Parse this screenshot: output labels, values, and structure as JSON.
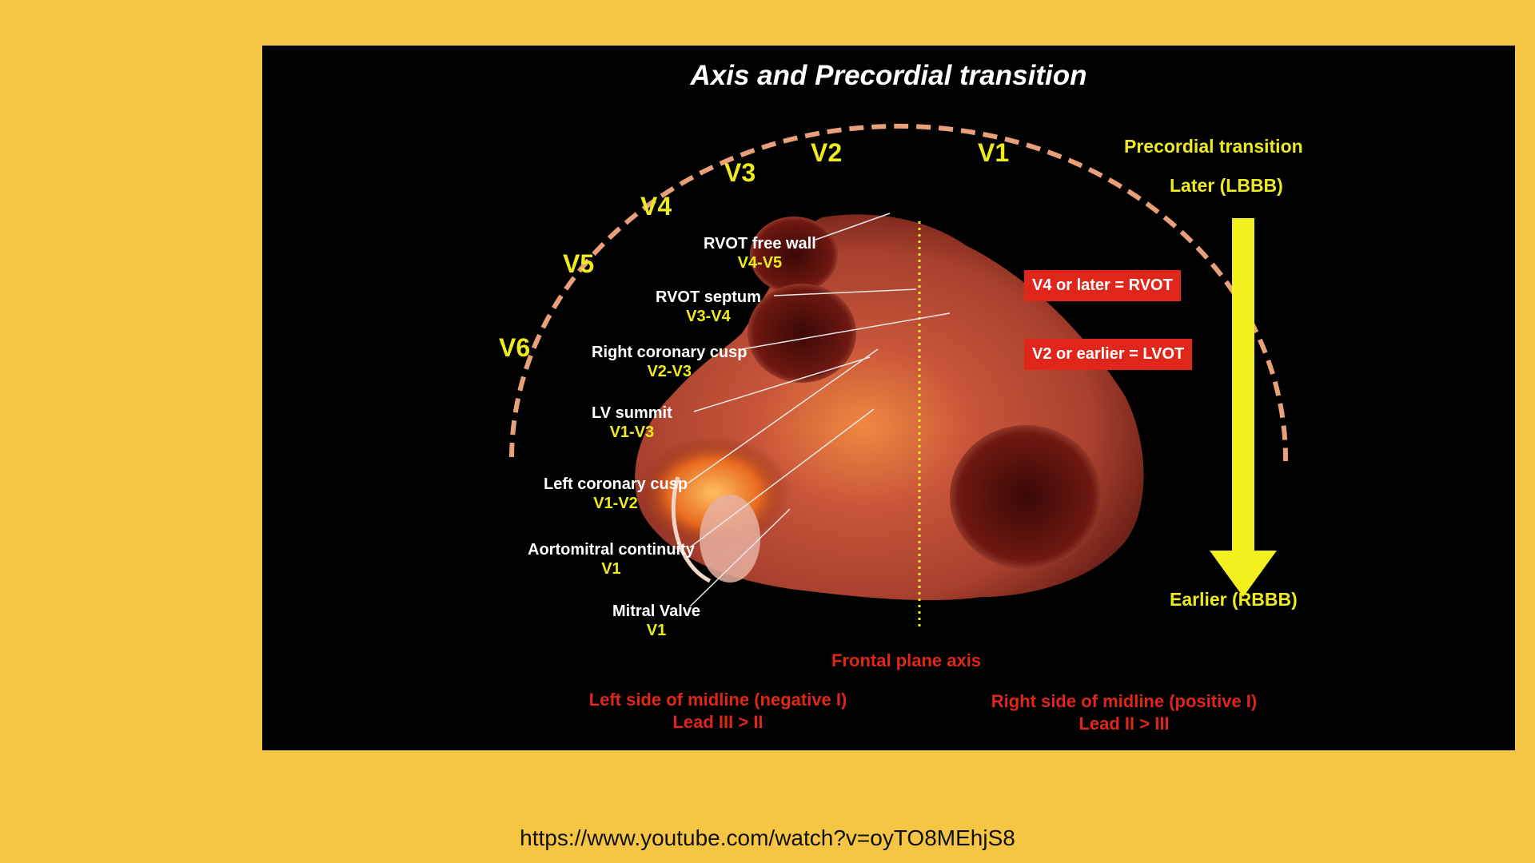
{
  "slide": {
    "title": "Axis and Precordial transition",
    "leads": [
      "V6",
      "V5",
      "V4",
      "V3",
      "V2",
      "V1"
    ],
    "structures": [
      {
        "name": "RVOT free wall",
        "leads": "V4-V5"
      },
      {
        "name": "RVOT septum",
        "leads": "V3-V4"
      },
      {
        "name": "Right coronary cusp",
        "leads": "V2-V3"
      },
      {
        "name": "LV summit",
        "leads": "V1-V3"
      },
      {
        "name": "Left coronary cusp",
        "leads": "V1-V2"
      },
      {
        "name": "Aortomitral continuity",
        "leads": "V1"
      },
      {
        "name": "Mitral Valve",
        "leads": "V1"
      }
    ],
    "transition": {
      "heading": "Precordial transition",
      "later": "Later (LBBB)",
      "earlier": "Earlier (RBBB)"
    },
    "badges": {
      "rvot": "V4 or later = RVOT",
      "lvot": "V2 or earlier = LVOT"
    },
    "axis": {
      "heading": "Frontal plane axis",
      "left_line1": "Left side of midline (negative I)",
      "left_line2": "Lead III > II",
      "right_line1": "Right side of midline (positive I)",
      "right_line2": "Lead II > III"
    }
  },
  "footer": {
    "url": "https://www.youtube.com/watch?v=oyTO8MEhjS8"
  },
  "colors": {
    "background": "#F5C544",
    "slide": "#000000",
    "accent_yellow": "#EDEA1E",
    "accent_red": "#E0261A",
    "arc": "#E8A07A"
  }
}
